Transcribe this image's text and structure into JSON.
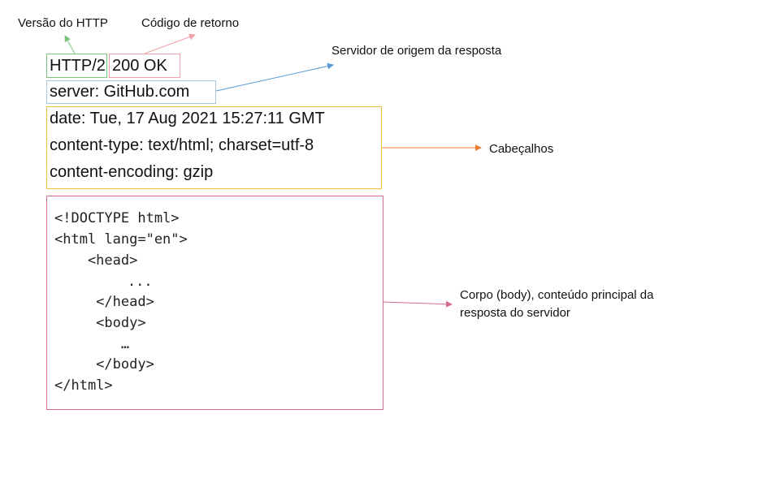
{
  "annotations": {
    "version": "Versão do HTTP",
    "status": "Código de retorno",
    "server": "Servidor de origem da resposta",
    "headers": "Cabeçalhos",
    "body_line1": "Corpo (body), conteúdo principal da",
    "body_line2": "resposta do servidor"
  },
  "response": {
    "version": "HTTP/2",
    "status": "200 OK",
    "server": "server: GitHub.com",
    "headers": [
      "date: Tue, 17 Aug 2021 15:27:11 GMT",
      "content-type: text/html; charset=utf-8",
      "content-encoding: gzip"
    ],
    "body": [
      "<!DOCTYPE html>",
      "<html lang=\"en\">",
      "    <head>",
      "        ...",
      "     </head>",
      "     <body>",
      "        …",
      "     </body>",
      "</html>"
    ]
  },
  "colors": {
    "version": "#7cc47c",
    "status": "#f0a0a8",
    "server": "#5b9bd5",
    "headers": "#f0c040",
    "headers_arrow": "#ed7d31",
    "body": "#d46a8c"
  }
}
